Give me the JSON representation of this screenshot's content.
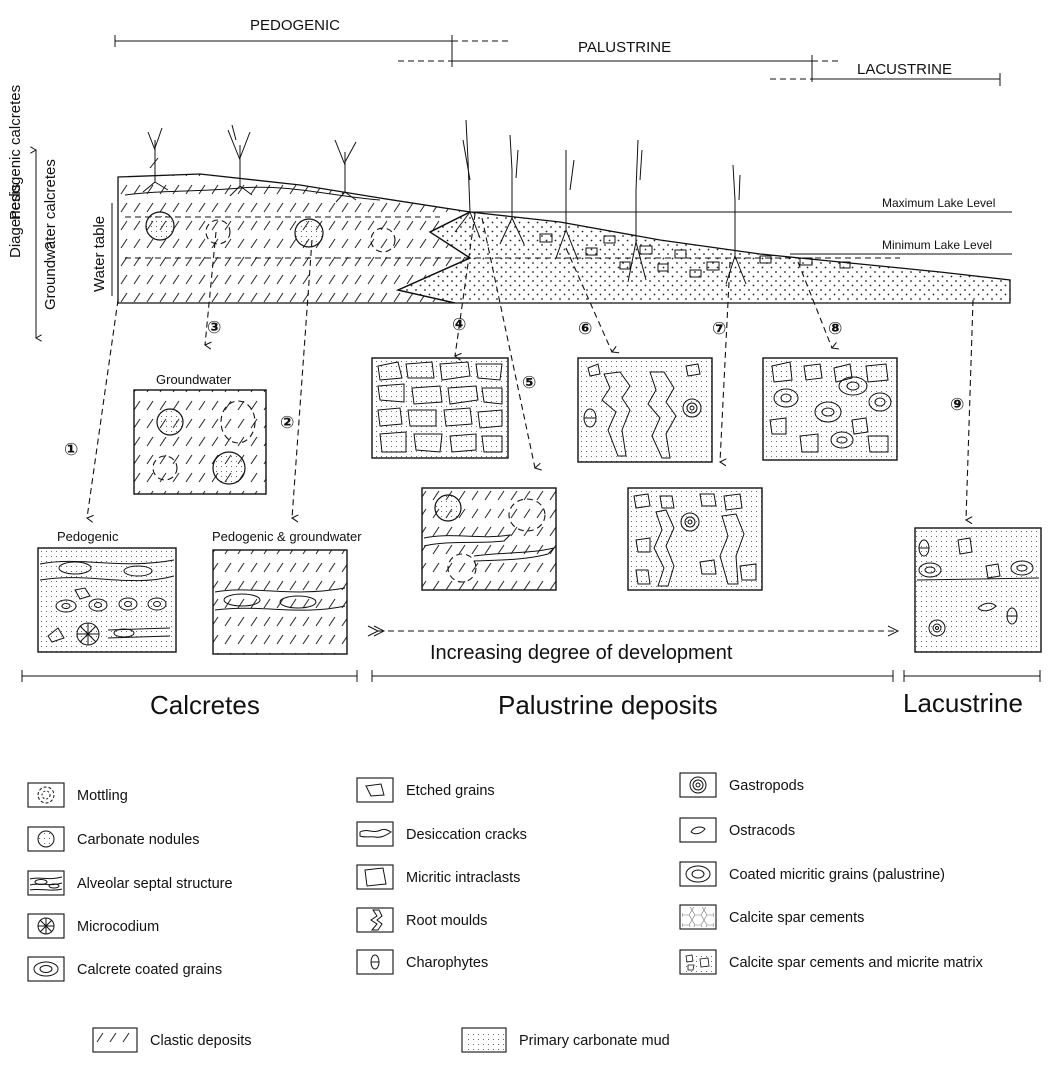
{
  "top_zones": {
    "pedogenic": "PEDOGENIC",
    "palustrine": "PALUSTRINE",
    "lacustrine": "LACUSTRINE"
  },
  "side_labels": {
    "pedogenic_calcretes": "Pedogenic calcretes",
    "diagenesis": "Diagenesis",
    "question": "?",
    "groundwater_calcretes": "Groundwater calcretes",
    "water_table": "Water table"
  },
  "profile_labels": {
    "max_lake": "Maximum Lake Level",
    "min_lake": "Minimum Lake Level"
  },
  "circled_numbers": [
    "①",
    "②",
    "③",
    "④",
    "⑤",
    "⑥",
    "⑦",
    "⑧",
    "⑨"
  ],
  "box_labels": {
    "groundwater": "Groundwater",
    "pedogenic": "Pedogenic",
    "pedogenic_groundwater": "Pedogenic & groundwater"
  },
  "development_label": "Increasing degree of development",
  "bottom_groups": {
    "calcretes": "Calcretes",
    "palustrine": "Palustrine deposits",
    "lacustrine": "Lacustrine"
  },
  "legend": [
    {
      "label": "Mottling",
      "icon": "mottling-icon"
    },
    {
      "label": "Carbonate nodules",
      "icon": "carbonate-nodules-icon"
    },
    {
      "label": "Alveolar septal structure",
      "icon": "alveolar-septal-icon"
    },
    {
      "label": "Microcodium",
      "icon": "microcodium-icon"
    },
    {
      "label": "Calcrete coated grains",
      "icon": "calcrete-coated-grains-icon"
    },
    {
      "label": "Etched grains",
      "icon": "etched-grains-icon"
    },
    {
      "label": "Desiccation cracks",
      "icon": "desiccation-cracks-icon"
    },
    {
      "label": "Micritic intraclasts",
      "icon": "micritic-intraclasts-icon"
    },
    {
      "label": "Root moulds",
      "icon": "root-moulds-icon"
    },
    {
      "label": "Charophytes",
      "icon": "charophytes-icon"
    },
    {
      "label": "Gastropods",
      "icon": "gastropods-icon"
    },
    {
      "label": "Ostracods",
      "icon": "ostracods-icon"
    },
    {
      "label": "Coated micritic grains (palustrine)",
      "icon": "coated-micritic-grains-icon"
    },
    {
      "label": "Calcite spar cements",
      "icon": "calcite-spar-icon"
    },
    {
      "label": "Calcite spar cements and micrite matrix",
      "icon": "spar-micrite-icon"
    },
    {
      "label": "Clastic deposits",
      "icon": "clastic-deposits-icon"
    },
    {
      "label": "Primary carbonate mud",
      "icon": "carbonate-mud-icon"
    }
  ]
}
